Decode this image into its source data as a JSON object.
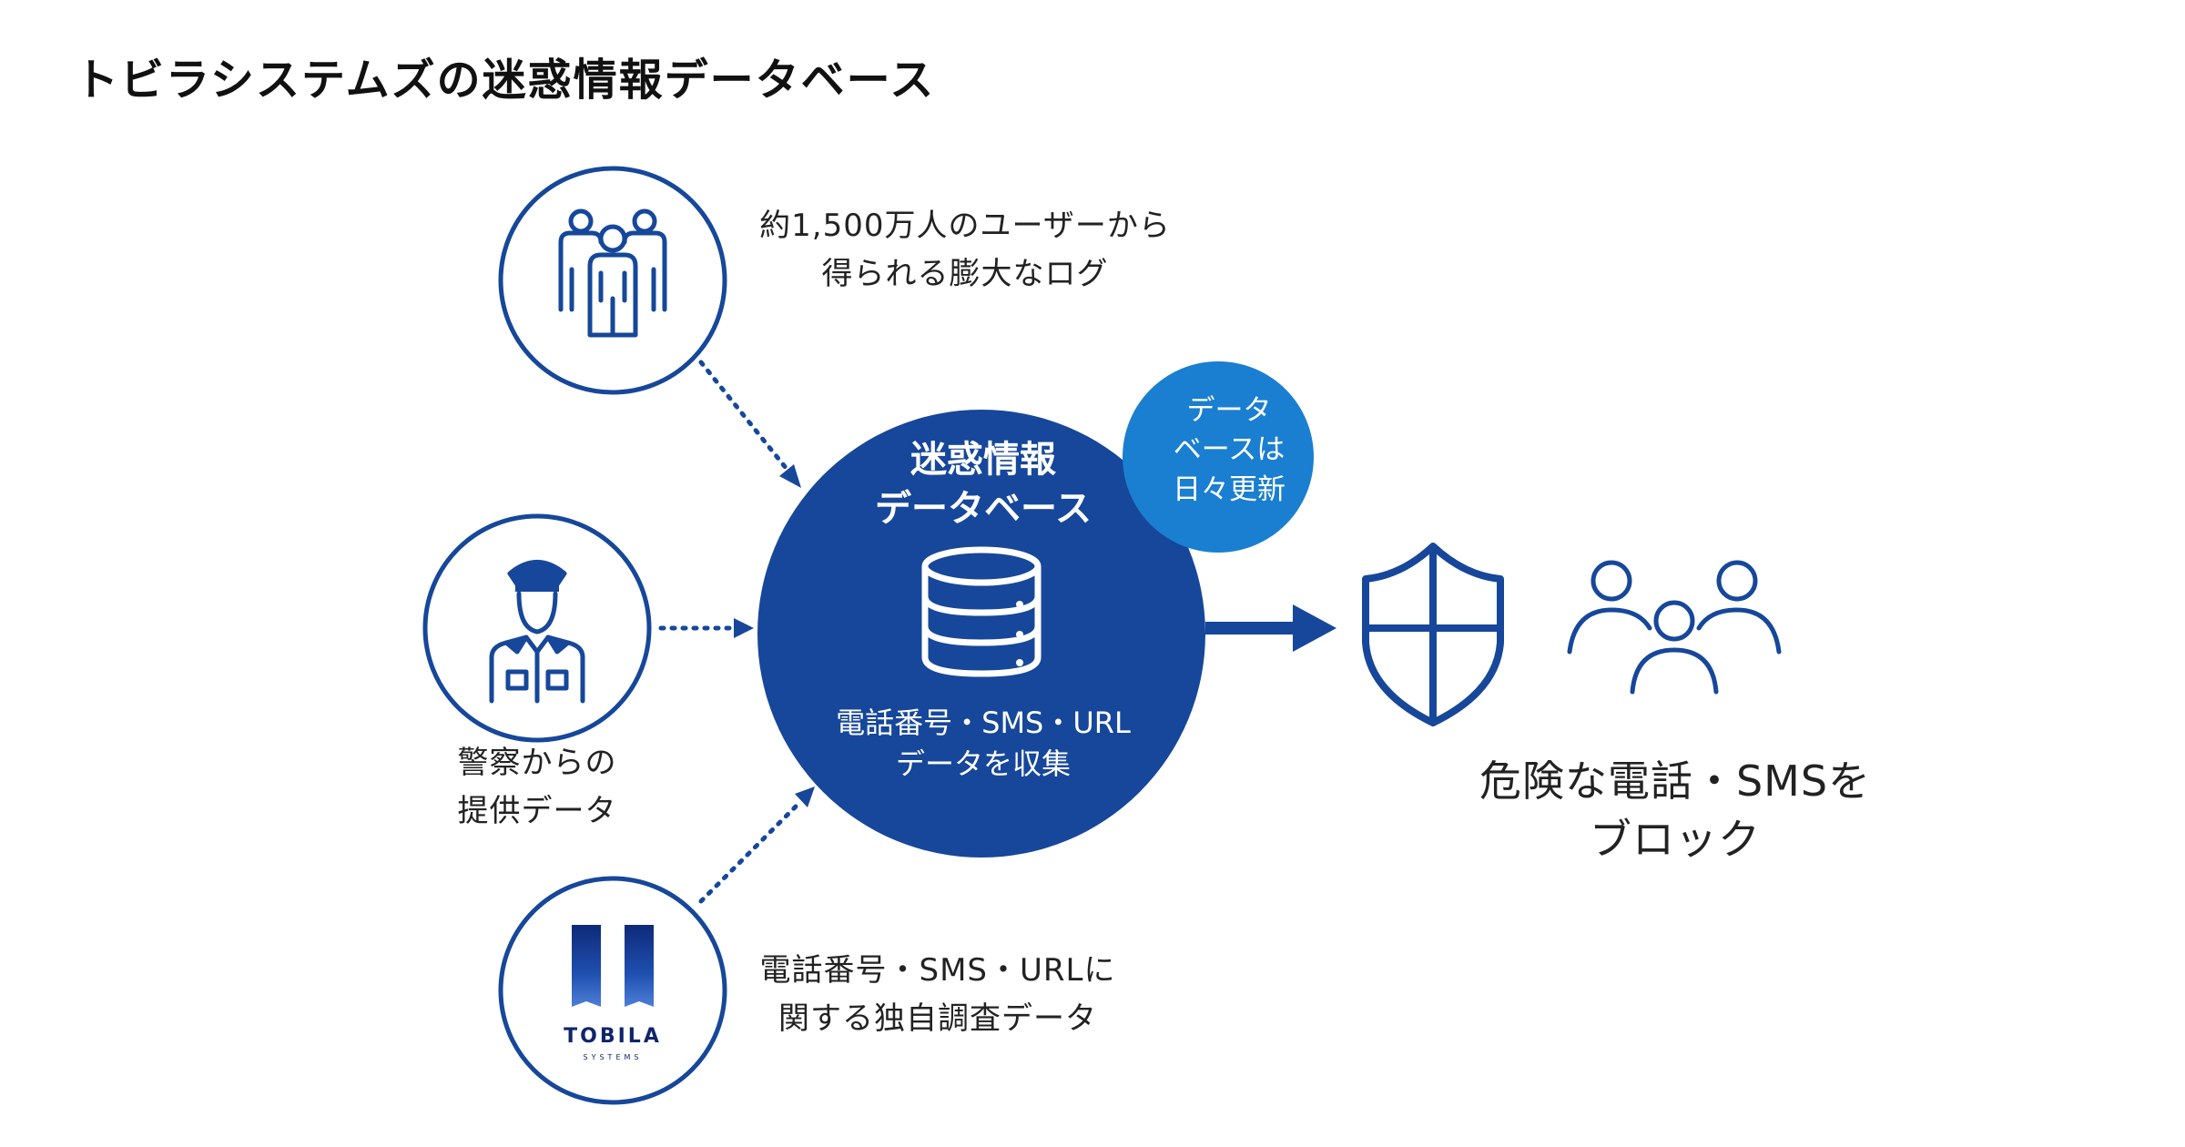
{
  "title": "トビラシステムズの迷惑情報データベース",
  "sources": {
    "users": {
      "icon": "user-group-icon",
      "lines": [
        "約1,500万人のユーザーから",
        "得られる膨大なログ"
      ]
    },
    "police": {
      "icon": "police-officer-icon",
      "lines": [
        "警察からの",
        "提供データ"
      ]
    },
    "tobila": {
      "icon": "tobila-logo",
      "logo_text": "TOBILA",
      "logo_subtext": "SYSTEMS",
      "lines": [
        "電話番号・SMS・URLに",
        "関する独自調査データ"
      ]
    }
  },
  "database": {
    "icon": "database-icon",
    "title_lines": [
      "迷惑情報",
      "データベース"
    ],
    "sub_lines": [
      "電話番号・SMS・URL",
      "データを収集"
    ]
  },
  "badge": {
    "lines": [
      "データ",
      "ベースは",
      "日々更新"
    ]
  },
  "result": {
    "shield_icon": "shield-icon",
    "people_icon": "people-icon",
    "lines": [
      "危険な電話・SMSを",
      "ブロック"
    ]
  },
  "colors": {
    "primary": "#16479a",
    "badge": "#1a7fd0",
    "text": "#222222"
  }
}
